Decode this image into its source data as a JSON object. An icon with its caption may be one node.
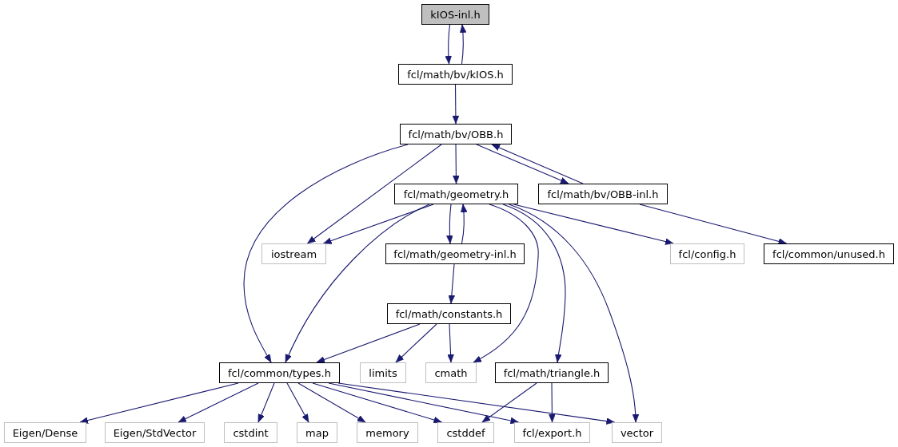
{
  "diagram": {
    "nodes": [
      {
        "text": [
          "kIOS-inl.h"
        ]
      },
      {
        "text": [
          "fcl/math/bv/kIOS.h"
        ]
      },
      {
        "text": [
          "fcl/math/bv/OBB.h"
        ]
      },
      {
        "text": [
          "fcl/math/geometry.h"
        ]
      },
      {
        "text": [
          "fcl/math/bv/OBB-inl.h"
        ]
      },
      {
        "text": [
          "iostream"
        ]
      },
      {
        "text": [
          "fcl/math/geometry-inl.h"
        ]
      },
      {
        "text": [
          "fcl/config.h"
        ]
      },
      {
        "text": [
          "fcl/common/unused.h"
        ]
      },
      {
        "text": [
          "fcl/math/constants.h"
        ]
      },
      {
        "text": [
          "fcl/common/types.h"
        ]
      },
      {
        "text": [
          "limits"
        ]
      },
      {
        "text": [
          "cmath"
        ]
      },
      {
        "text": [
          "fcl/math/triangle.h"
        ]
      },
      {
        "text": [
          "Eigen/Dense"
        ]
      },
      {
        "text": [
          "Eigen/StdVector"
        ]
      },
      {
        "text": [
          "cstdint"
        ]
      },
      {
        "text": [
          "map"
        ]
      },
      {
        "text": [
          "memory"
        ]
      },
      {
        "text": [
          "cstddef"
        ]
      },
      {
        "text": [
          "fcl/export.h"
        ]
      },
      {
        "text": [
          "vector"
        ]
      }
    ],
    "edges": [
      {
        "from": 0,
        "to": 1,
        "arrow": "to"
      },
      {
        "from": 1,
        "to": 0,
        "arrow": "to"
      },
      {
        "from": 1,
        "to": 2,
        "arrow": "to"
      },
      {
        "from": 2,
        "to": 3,
        "arrow": "to"
      },
      {
        "from": 2,
        "to": 4,
        "arrow": "to"
      },
      {
        "from": 4,
        "to": 2,
        "arrow": "to"
      },
      {
        "from": 2,
        "to": 5,
        "arrow": "to"
      },
      {
        "from": 2,
        "to": 10,
        "arrow": "to"
      },
      {
        "from": 4,
        "to": 8,
        "arrow": "to"
      },
      {
        "from": 3,
        "to": 5,
        "arrow": "to"
      },
      {
        "from": 3,
        "to": 6,
        "arrow": "to"
      },
      {
        "from": 6,
        "to": 3,
        "arrow": "to"
      },
      {
        "from": 3,
        "to": 10,
        "arrow": "to"
      },
      {
        "from": 3,
        "to": 12,
        "arrow": "to"
      },
      {
        "from": 3,
        "to": 13,
        "arrow": "to"
      },
      {
        "from": 3,
        "to": 21,
        "arrow": "to"
      },
      {
        "from": 3,
        "to": 7,
        "arrow": "to"
      },
      {
        "from": 6,
        "to": 9,
        "arrow": "to"
      },
      {
        "from": 9,
        "to": 10,
        "arrow": "to"
      },
      {
        "from": 9,
        "to": 11,
        "arrow": "to"
      },
      {
        "from": 9,
        "to": 12,
        "arrow": "to"
      },
      {
        "from": 10,
        "to": 14,
        "arrow": "to"
      },
      {
        "from": 10,
        "to": 15,
        "arrow": "to"
      },
      {
        "from": 10,
        "to": 16,
        "arrow": "to"
      },
      {
        "from": 10,
        "to": 17,
        "arrow": "to"
      },
      {
        "from": 10,
        "to": 18,
        "arrow": "to"
      },
      {
        "from": 10,
        "to": 19,
        "arrow": "to"
      },
      {
        "from": 10,
        "to": 20,
        "arrow": "to"
      },
      {
        "from": 10,
        "to": 21,
        "arrow": "to"
      },
      {
        "from": 13,
        "to": 19,
        "arrow": "to"
      },
      {
        "from": 13,
        "to": 20,
        "arrow": "to"
      }
    ]
  }
}
